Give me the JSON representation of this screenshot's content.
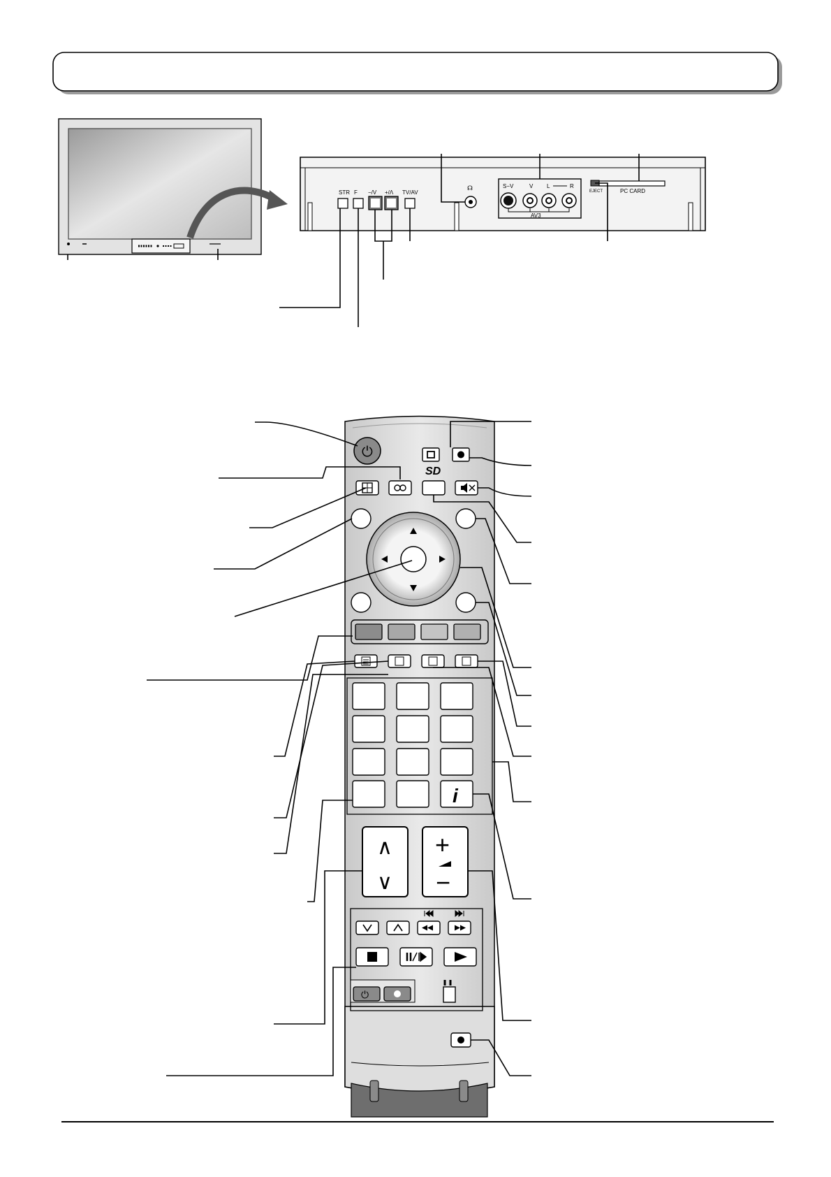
{
  "header": {
    "title": ""
  },
  "panel": {
    "buttons": [
      "STR",
      "F",
      "−/V",
      "+/Λ",
      "TV/AV"
    ],
    "jacks": [
      "S−V",
      "V",
      "L",
      "R"
    ],
    "jack_group": "AV3",
    "card_eject": "EJECT",
    "card_slot": "PC CARD"
  },
  "remote": {
    "sd_logo": "SD",
    "info_glyph": "i",
    "channel_up": "∧",
    "channel_down": "∨",
    "volume_plus": "+",
    "volume_minus": "−"
  },
  "colors": {
    "remote_body": "#d9d9d9",
    "remote_dark": "#6e6e6e",
    "power_button": "#8a8a8a",
    "tv_screen": "#cfcfcf",
    "color_keys": [
      "#8c8c8c",
      "#a8a8a8",
      "#c4c4c4",
      "#b0b0b0"
    ]
  }
}
